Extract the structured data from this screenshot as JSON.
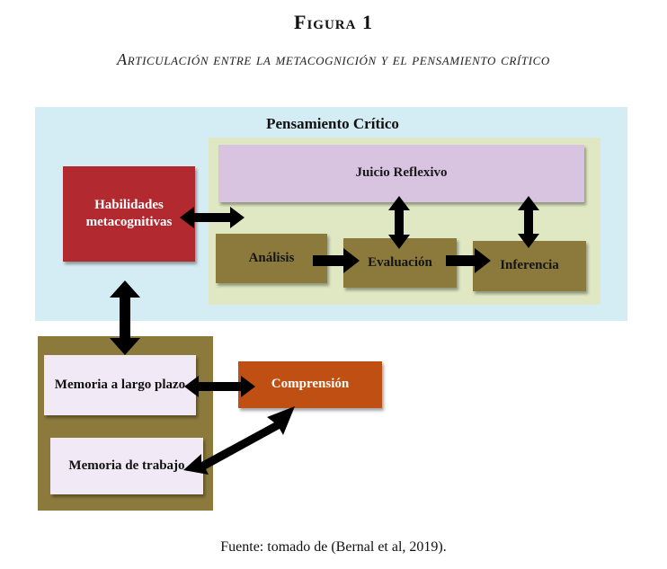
{
  "figure": {
    "title": "Figura 1",
    "subtitle": "Articulación entre la metacognición y el pensamiento crítico",
    "source": "Fuente: tomado de (Bernal et al, 2019)."
  },
  "diagram": {
    "critical_thinking_label": "Pensamiento Crítico",
    "juicio": "Juicio Reflexivo",
    "habilidades": "Habilidades metacognitivas",
    "analisis": "Análisis",
    "evaluacion": "Evaluación",
    "inferencia": "Inferencia",
    "memoria_largo": "Memoria a largo plazo",
    "memoria_trabajo": "Memoria de trabajo",
    "comprension": "Comprensión"
  },
  "colors": {
    "critical_region": "#d4ecf3",
    "skills_region": "#dfe8c2",
    "memory_region": "#8c7a3c",
    "juicio": "#d8c3e0",
    "habilidades": "#b22a30",
    "process_boxes": "#8c7a3c",
    "memory_boxes": "#f1e9f5",
    "comprension": "#bf4f12",
    "arrows": "#000000"
  },
  "connections": [
    {
      "from": "Habilidades metacognitivas",
      "to": "Pensamiento Crítico",
      "type": "bidirectional"
    },
    {
      "from": "Análisis",
      "to": "Evaluación",
      "type": "directed"
    },
    {
      "from": "Evaluación",
      "to": "Inferencia",
      "type": "directed"
    },
    {
      "from": "Juicio Reflexivo",
      "to": "Evaluación",
      "type": "bidirectional"
    },
    {
      "from": "Juicio Reflexivo",
      "to": "Inferencia",
      "type": "bidirectional"
    },
    {
      "from": "Habilidades metacognitivas",
      "to": "Memoria a largo plazo",
      "type": "bidirectional"
    },
    {
      "from": "Memoria a largo plazo",
      "to": "Comprensión",
      "type": "bidirectional"
    },
    {
      "from": "Memoria de trabajo",
      "to": "Comprensión",
      "type": "bidirectional"
    }
  ]
}
